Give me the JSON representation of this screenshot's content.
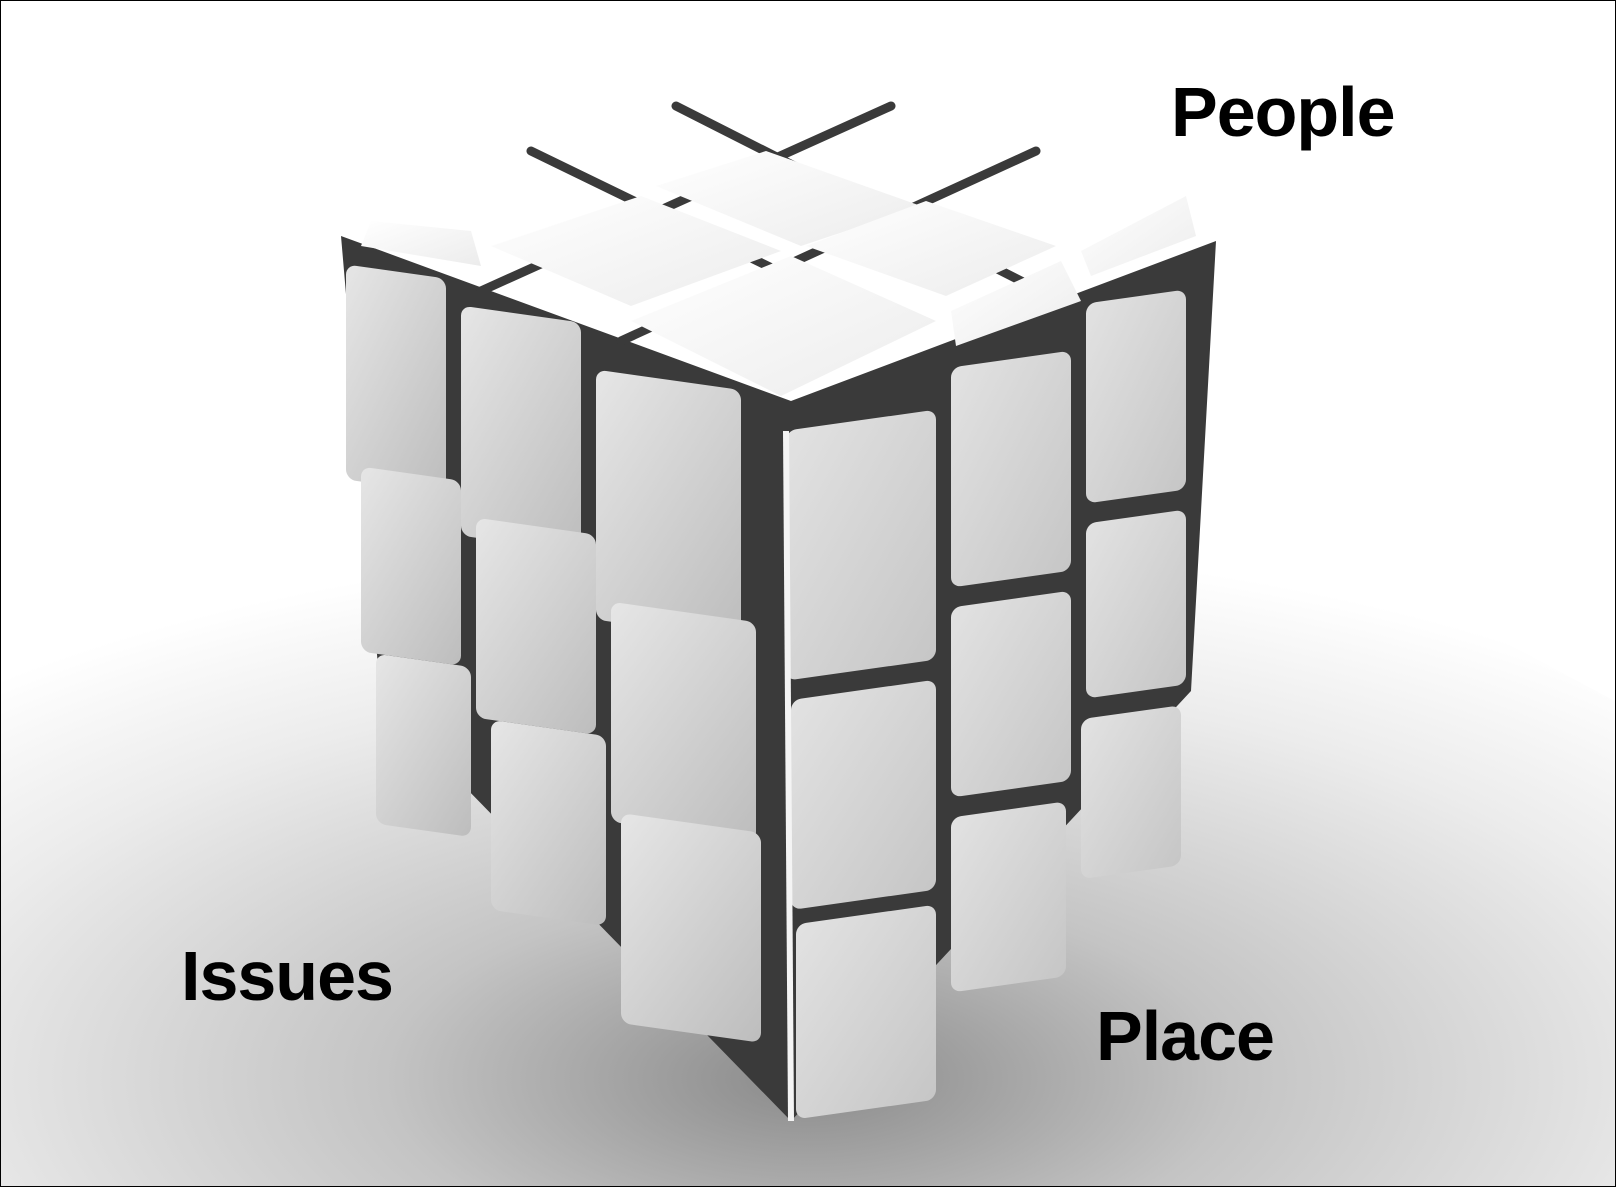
{
  "labels": {
    "people": "People",
    "issues": "Issues",
    "place": "Place"
  },
  "colors": {
    "background": "#ffffff",
    "floor_shadow": "#c8c8c8",
    "cube_face_light": "#f2f2f2",
    "cube_face_mid": "#d9d9d9",
    "cube_face_dark": "#bdbdbd",
    "gap": "#3a3a3a",
    "text": "#000000"
  },
  "cube": {
    "grid": 3,
    "faces": [
      "top",
      "left",
      "right"
    ]
  }
}
